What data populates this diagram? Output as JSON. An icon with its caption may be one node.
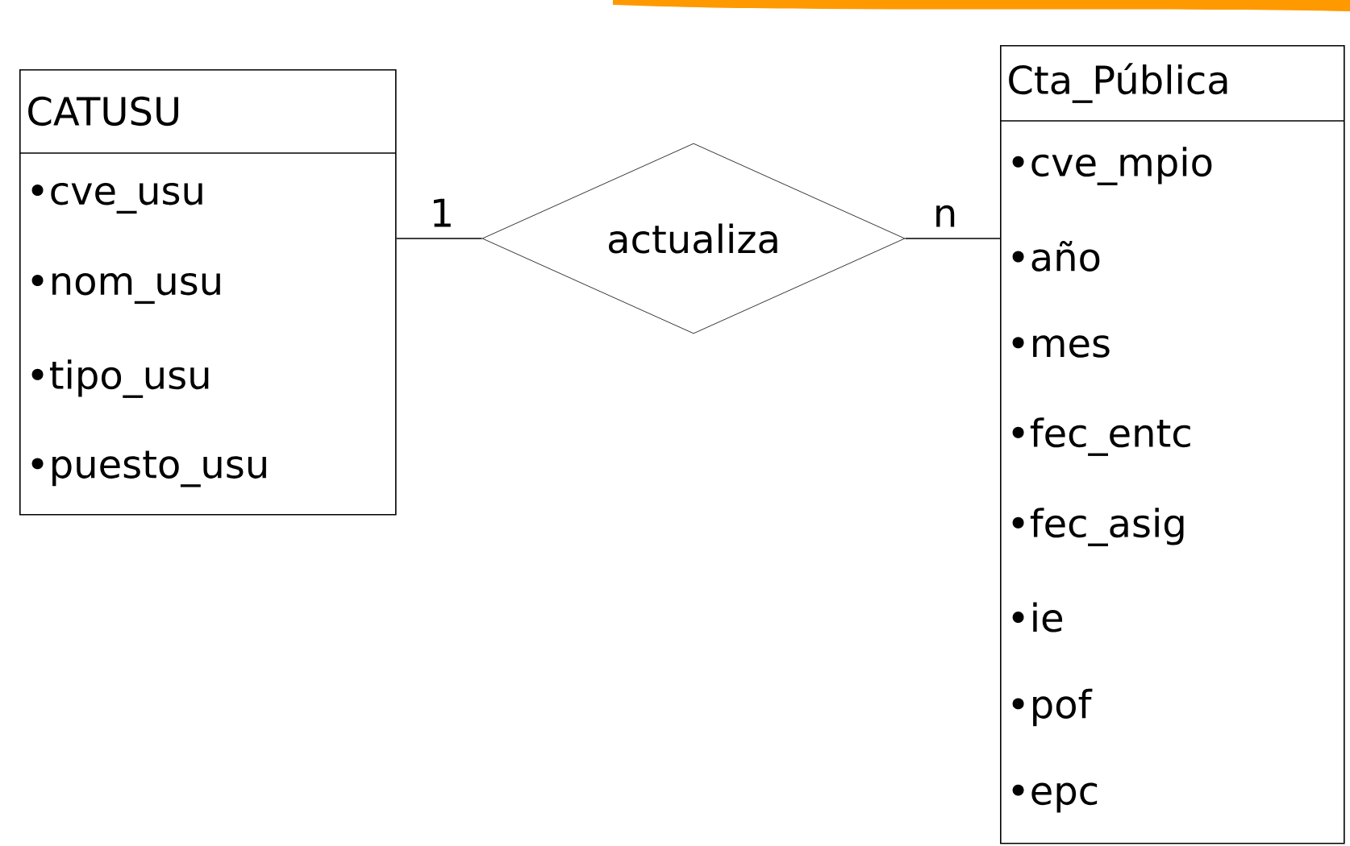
{
  "diagram": {
    "nodes": [
      {
        "text": [
          "CATUSU",
          "•cve_usu",
          "•nom_usu",
          "•tipo_usu",
          "•puesto_usu"
        ]
      },
      {
        "text": [
          "actualiza"
        ]
      },
      {
        "text": [
          "Cta_Pública",
          "•cve_mpio",
          "•año",
          "•mes",
          "•fec_entc",
          "•fec_asig",
          "•ie",
          "•pof",
          "•epc"
        ]
      }
    ],
    "edges": [
      {
        "from": 0,
        "to": 1,
        "arrow": "none",
        "label": "1"
      },
      {
        "from": 1,
        "to": 2,
        "arrow": "none",
        "label": "n"
      }
    ]
  }
}
